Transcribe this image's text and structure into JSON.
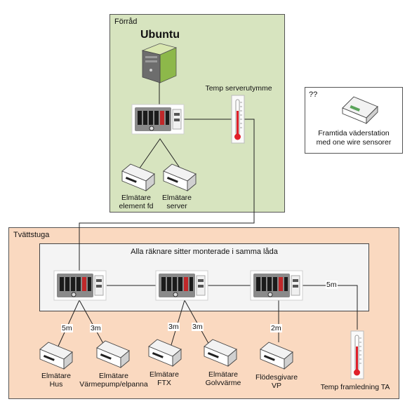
{
  "zones": {
    "forrad": {
      "title": "Förråd"
    },
    "future": {
      "title": "??"
    },
    "tvattstuga": {
      "title": "Tvättstuga"
    },
    "box": {
      "title": "Alla räknare sitter monterade i samma låda"
    }
  },
  "server": {
    "title": "Ubuntu"
  },
  "temp_server": {
    "label": "Temp serverutymme"
  },
  "future_device": {
    "label_line1": "Framtida väderstation",
    "label_line2": "med one wire sensorer"
  },
  "devices": {
    "el_fd": {
      "line1": "Elmätare",
      "line2": "element fd"
    },
    "el_server": {
      "line1": "Elmätare",
      "line2": "server"
    },
    "el_hus": {
      "line1": "Elmätare",
      "line2": "Hus"
    },
    "el_vp": {
      "line1": "Elmätare",
      "line2": "Värmepump/elpanna"
    },
    "el_ftx": {
      "line1": "Elmätare",
      "line2": "FTX"
    },
    "el_golv": {
      "line1": "Elmätare",
      "line2": "Golvvärme"
    },
    "flow": {
      "line1": "Flödesgivare",
      "line2": "VP"
    }
  },
  "temp_ta": {
    "label": "Temp framledning TA"
  },
  "lengths": {
    "l1": "5m",
    "l2": "3m",
    "l3": "3m",
    "l4": "3m",
    "l5": "2m",
    "l6": "5m"
  },
  "colors": {
    "forrad_fill": "#d6e4bf",
    "tvatt_fill": "#f9d9c0",
    "thermo_red": "#e0202a"
  }
}
